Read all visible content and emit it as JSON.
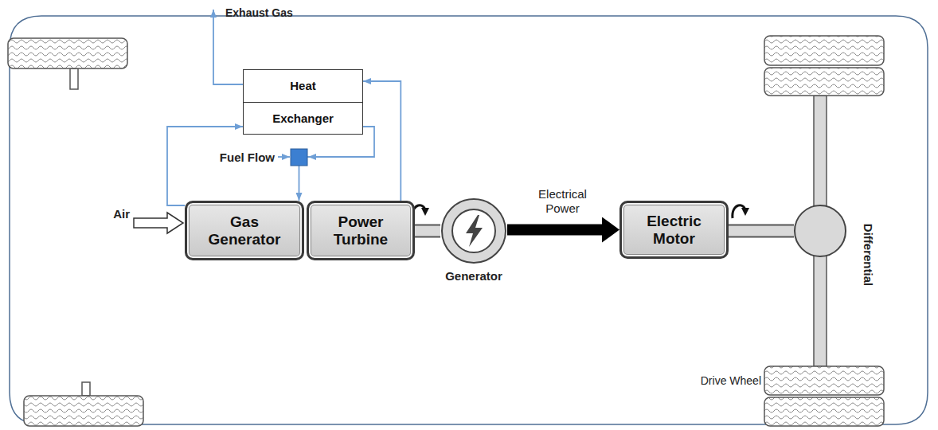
{
  "diagram": {
    "nodes": [
      {
        "text": [
          "Heat",
          "Exchanger"
        ]
      },
      {
        "text": [
          "Gas Generator"
        ]
      },
      {
        "text": [
          "Power Turbine"
        ]
      },
      {
        "text": [
          "Generator"
        ]
      },
      {
        "text": [
          "Electric Motor"
        ]
      },
      {
        "text": [
          "Differential"
        ]
      }
    ],
    "edges": [
      {
        "from": 1,
        "to": 0,
        "arrow": "to"
      },
      {
        "from": 2,
        "to": 0,
        "arrow": "to"
      },
      {
        "from": 0,
        "to": 1,
        "arrow": "to"
      },
      {
        "from": 2,
        "to": 3,
        "arrow": "none"
      },
      {
        "from": 3,
        "to": 4,
        "arrow": "to",
        "label": "Electrical Power"
      },
      {
        "from": 4,
        "to": 5,
        "arrow": "none"
      }
    ],
    "labels": [
      "Exhaust Gas",
      "Fuel Flow",
      "Air",
      "Drive Wheel"
    ]
  }
}
